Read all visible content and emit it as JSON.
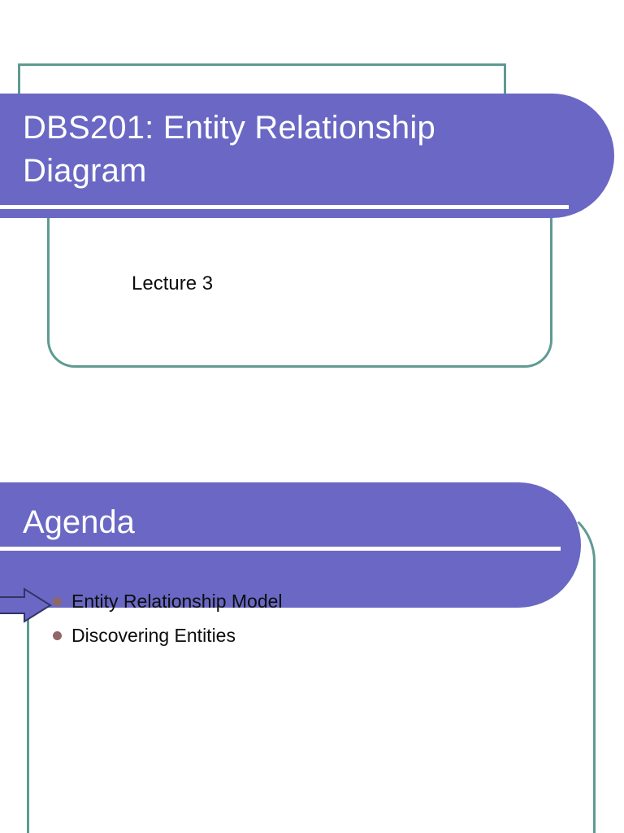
{
  "document": {
    "kind": "presentation-slides",
    "page_background": "#ffffff"
  },
  "theme": {
    "banner_color": "#6a68c4",
    "frame_color": "#5f9a93",
    "bullet_color": "#8f6766",
    "banner_text_color": "#ffffff",
    "body_text_color": "#0d0d0d",
    "rule_color": "#ffffff",
    "arrow_fill": "#6a68c4",
    "arrow_stroke": "#333366"
  },
  "slides": [
    {
      "id": "title-slide",
      "title": "DBS201: Entity Relationship Diagram",
      "subtitle": "Lecture 3"
    },
    {
      "id": "agenda-slide",
      "title": "Agenda",
      "bullets": [
        {
          "label": "Entity Relationship Model",
          "highlighted": true
        },
        {
          "label": "Discovering Entities",
          "highlighted": false
        }
      ]
    }
  ],
  "icons": {
    "pointer_arrow": "right-arrow-icon",
    "bullet": "bullet-dot-icon"
  }
}
